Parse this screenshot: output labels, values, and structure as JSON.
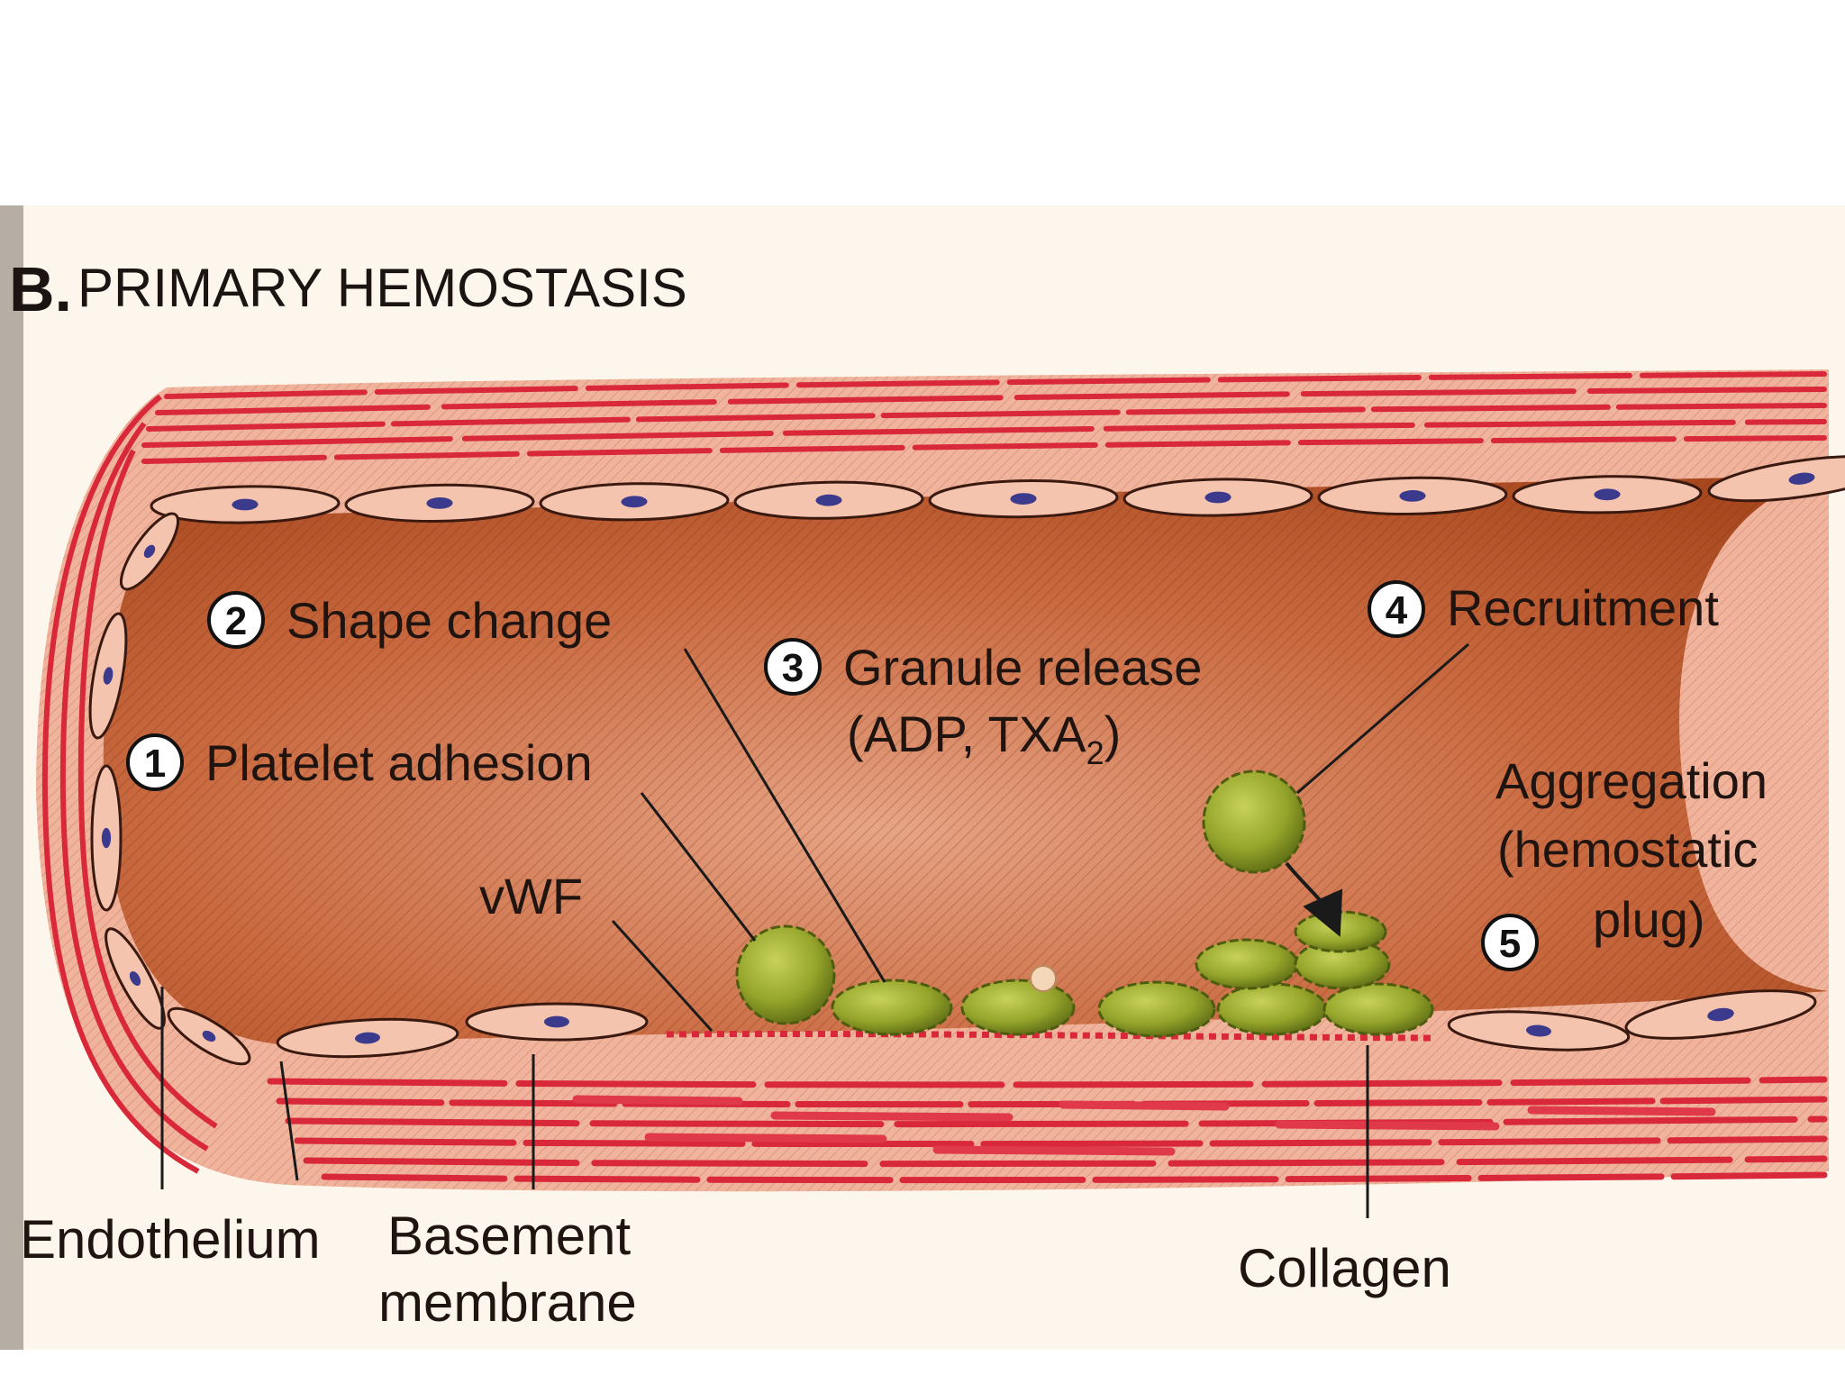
{
  "title": {
    "letter": "B.",
    "text": "PRIMARY HEMOSTASIS"
  },
  "steps": [
    {
      "num": "1",
      "label": "Platelet adhesion"
    },
    {
      "num": "2",
      "label": "Shape change"
    },
    {
      "num": "3",
      "label": "Granule release",
      "label2": "(ADP, TXA",
      "label2_sub": "2",
      "label2_end": ")"
    },
    {
      "num": "4",
      "label": "Recruitment"
    },
    {
      "num": "5",
      "label": "Aggregation",
      "label2": "(hemostatic",
      "label3": "plug)"
    }
  ],
  "labels": {
    "vwf": "vWF",
    "endothelium": "Endothelium",
    "basement_1": "Basement",
    "basement_2": "membrane",
    "collagen": "Collagen"
  },
  "colors": {
    "vessel_wall": "#f0b49c",
    "wall_stripe": "#d8283a",
    "lumen": "#b9542d",
    "lumen_light": "#e6a484",
    "endothelial_cell": "#f5c4ae",
    "nucleus": "#3c3a8c",
    "platelet": "#9aa82e",
    "platelet_dark": "#5e6e16",
    "vwf": "#d8283a"
  }
}
